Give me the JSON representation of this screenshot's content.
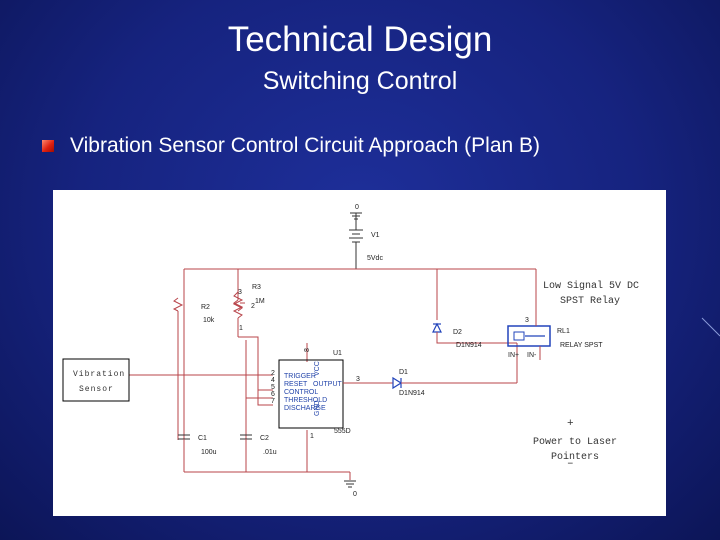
{
  "slide": {
    "title": "Technical Design",
    "subtitle": "Switching Control",
    "bullet": "Vibration Sensor Control Circuit Approach (Plan B)"
  },
  "schematic": {
    "ground_top": "0",
    "ground_bottom": "0",
    "v1": "V1",
    "v1_value": "5Vdc",
    "r3": "R3",
    "r3_value": "1M",
    "r3_pin_top": "3",
    "r3_pin_wiper": "2",
    "r3_pin_bottom": "1",
    "r2": "R2",
    "r2_value": "10k",
    "c1": "C1",
    "c1_value": "100u",
    "c2": "C2",
    "c2_value": ".01u",
    "u1": "U1",
    "u1_model": "555D",
    "u1_pins": {
      "trigger": "TRIGGER",
      "reset": "RESET",
      "output": "OUTPUT",
      "control": "CONTROL",
      "threshold": "THRESHOLD",
      "discharge": "DISCHARGE",
      "vcc": "VCC",
      "gnd": "GND"
    },
    "u1_pin_nums": {
      "p2": "2",
      "p4": "4",
      "p5": "5",
      "p6": "6",
      "p7": "7",
      "p8": "8",
      "p1": "1",
      "p3": "3"
    },
    "d1": "D1",
    "d1_part": "D1N914",
    "d2": "D2",
    "d2_part": "D1N914",
    "rl1": "RL1",
    "rl1_desc": "RELAY SPST",
    "rl1_pin_top": "3",
    "rl1_pin_left": "IN+",
    "rl1_pin_right": "IN-",
    "relay_note_line1": "Low Signal 5V DC",
    "relay_note_line2": "SPST Relay",
    "sensor_line1": "Vibration",
    "sensor_line2": "Sensor",
    "laser_plus": "+",
    "laser_line1": "Power to Laser",
    "laser_line2": "Pointers",
    "laser_minus": "–"
  },
  "colors": {
    "background": "#16237f",
    "text": "#ffffff",
    "bullet": "#e02010",
    "wire": "#b8444a",
    "panel": "#ffffff"
  }
}
